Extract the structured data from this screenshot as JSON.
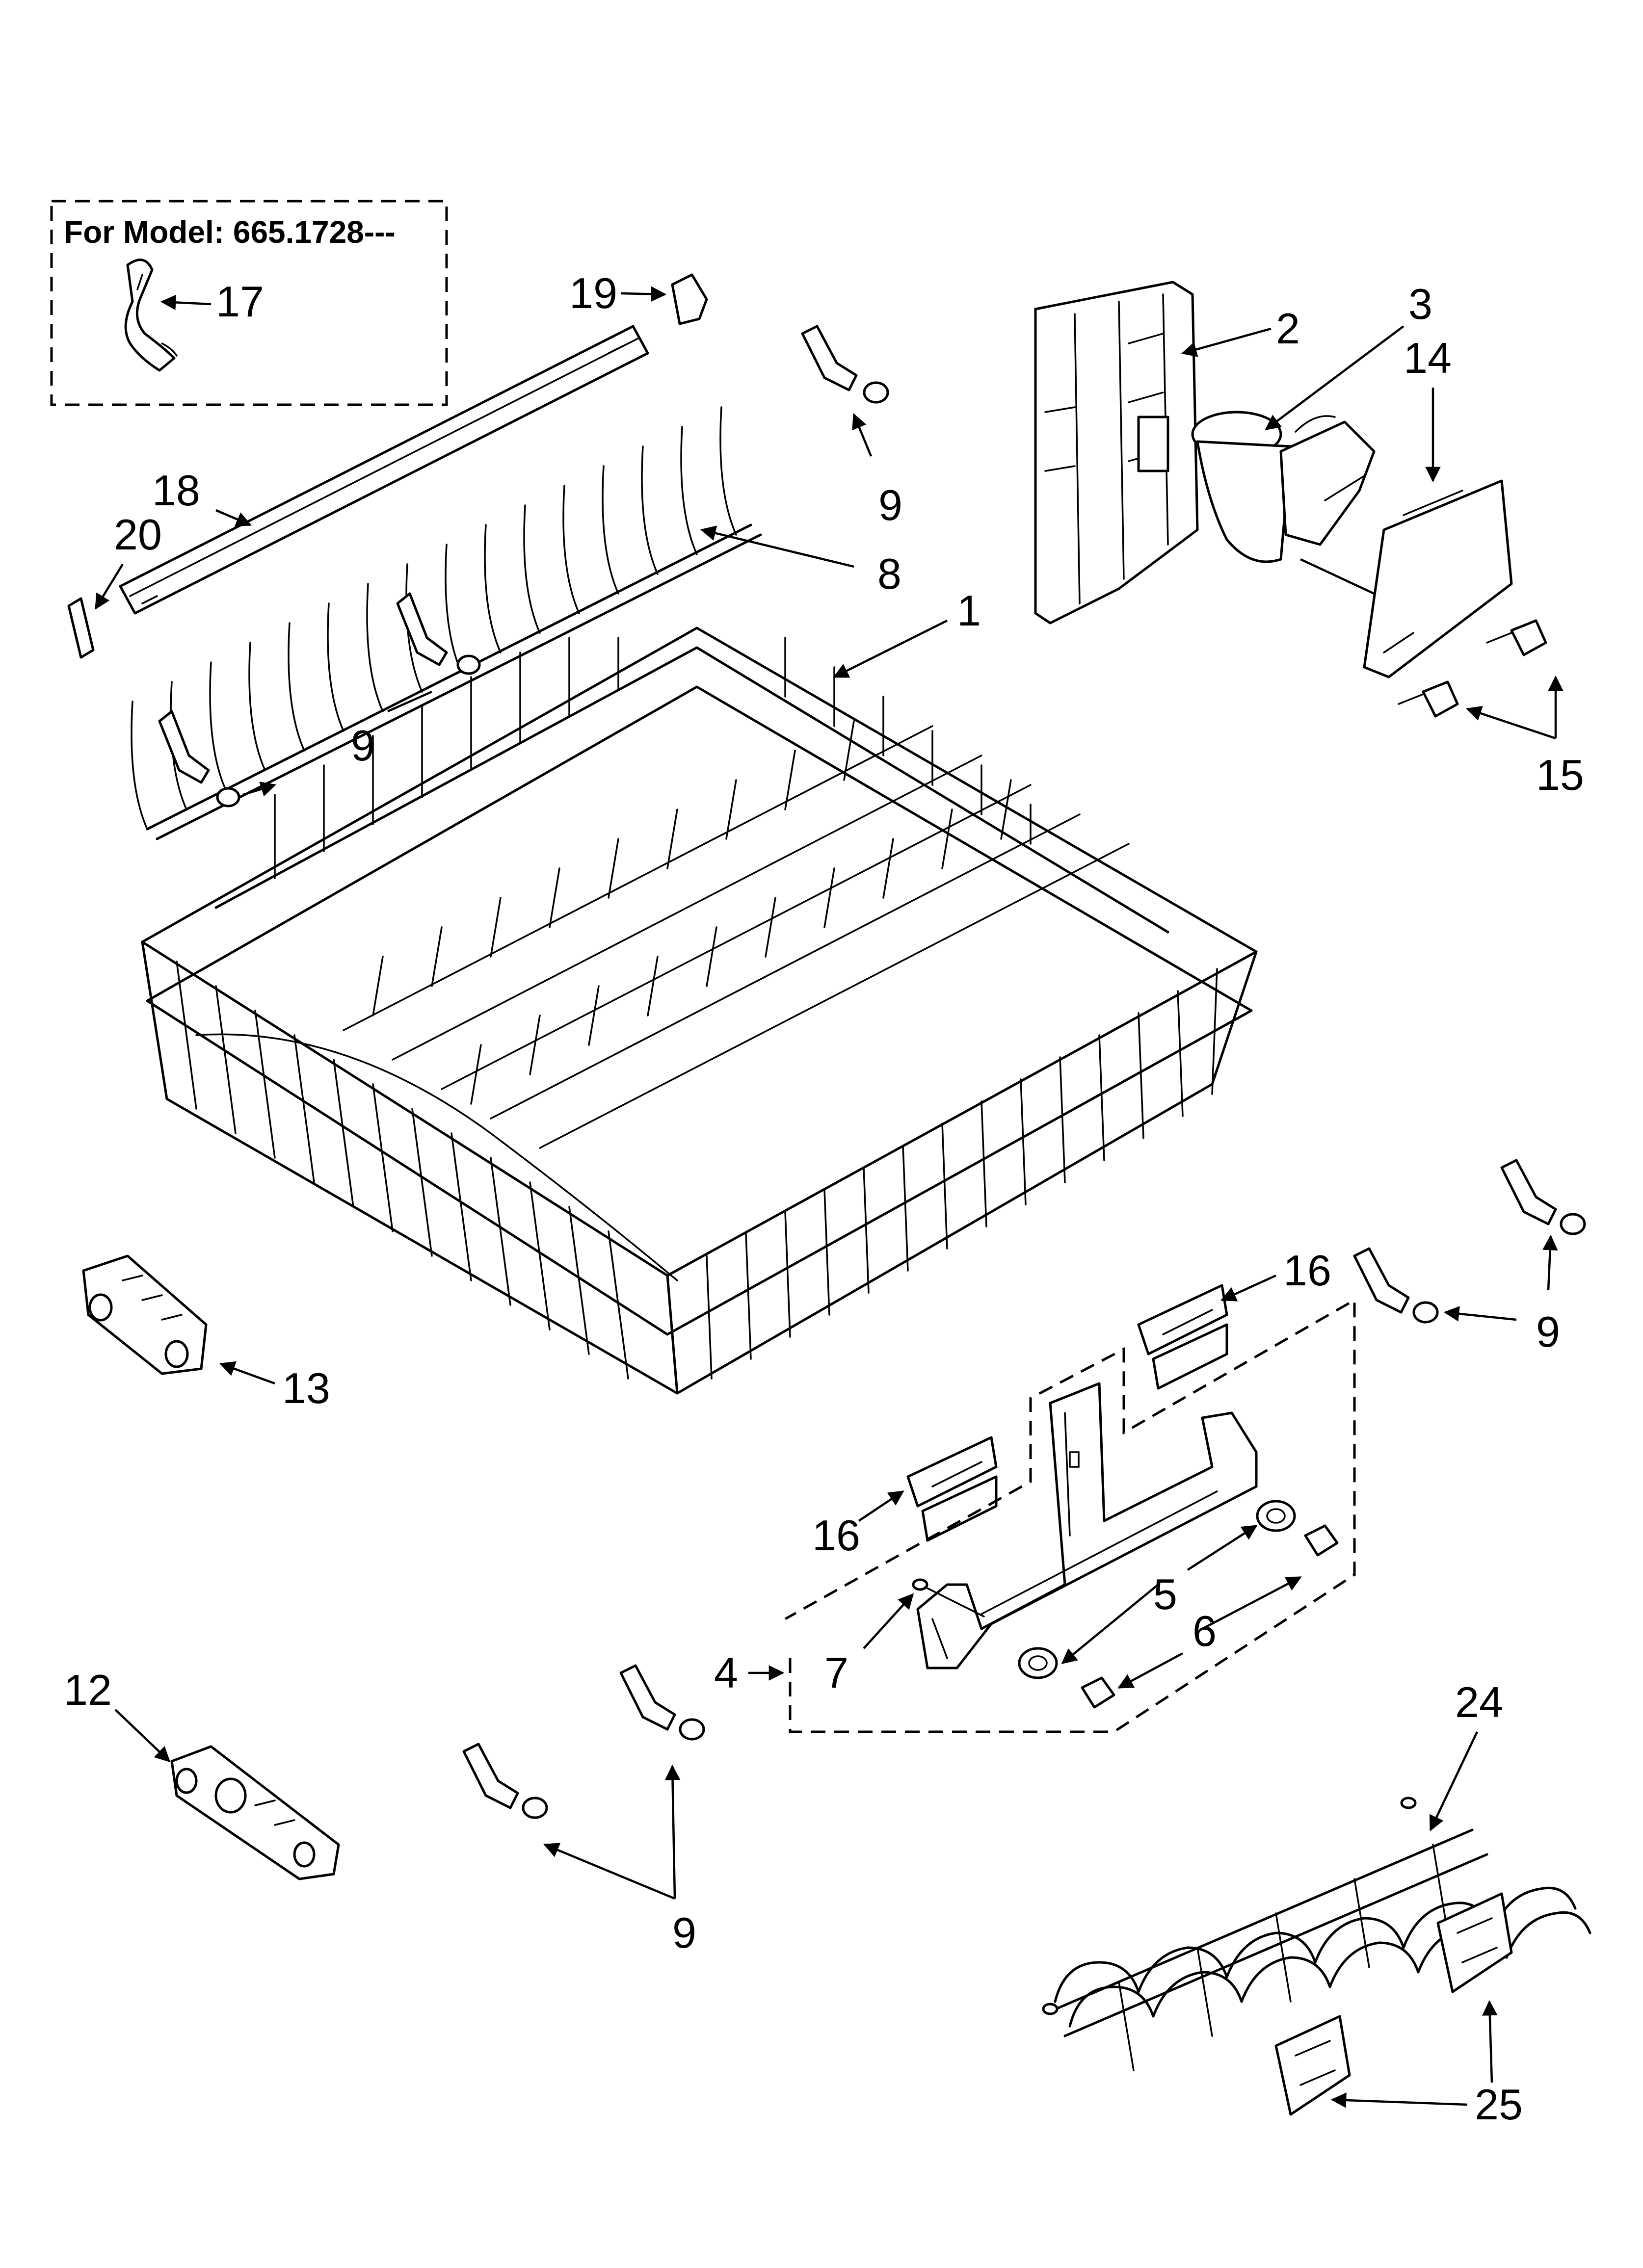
{
  "model_box": {
    "label": "For Model: 665.1728---"
  },
  "callouts": [
    {
      "id": "c1",
      "text": "1"
    },
    {
      "id": "c2",
      "text": "2"
    },
    {
      "id": "c3",
      "text": "3"
    },
    {
      "id": "c4",
      "text": "4"
    },
    {
      "id": "c5",
      "text": "5"
    },
    {
      "id": "c6a",
      "text": "6"
    },
    {
      "id": "c7",
      "text": "7"
    },
    {
      "id": "c8",
      "text": "8"
    },
    {
      "id": "c9a",
      "text": "9"
    },
    {
      "id": "c9b",
      "text": "9"
    },
    {
      "id": "c9c",
      "text": "9"
    },
    {
      "id": "c9d",
      "text": "9"
    },
    {
      "id": "c12",
      "text": "12"
    },
    {
      "id": "c13",
      "text": "13"
    },
    {
      "id": "c14",
      "text": "14"
    },
    {
      "id": "c15",
      "text": "15"
    },
    {
      "id": "c16a",
      "text": "16"
    },
    {
      "id": "c16b",
      "text": "16"
    },
    {
      "id": "c17",
      "text": "17"
    },
    {
      "id": "c18",
      "text": "18"
    },
    {
      "id": "c19",
      "text": "19"
    },
    {
      "id": "c20",
      "text": "20"
    },
    {
      "id": "c24",
      "text": "24"
    },
    {
      "id": "c25",
      "text": "25"
    }
  ]
}
